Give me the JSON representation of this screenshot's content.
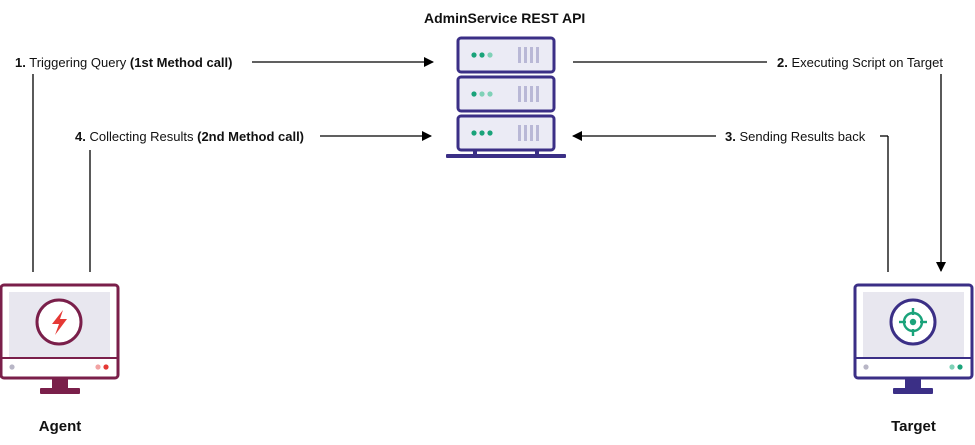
{
  "server": {
    "title": "AdminService REST API",
    "icon": "server-icon",
    "color": "#3b2f86",
    "fill": "#ebebf5"
  },
  "agent": {
    "label": "Agent",
    "icon": "lightning-bolt-icon",
    "color": "#7a1f4a",
    "accent": "#e53935"
  },
  "target": {
    "label": "Target",
    "icon": "crosshair-target-icon",
    "color": "#3b2f86",
    "accent": "#1aa37a"
  },
  "steps": [
    {
      "num": "1.",
      "text": "Triggering Query ",
      "bold": "(1st Method call)"
    },
    {
      "num": "2.",
      "text": "Executing Script on Target",
      "bold": ""
    },
    {
      "num": "3.",
      "text": "Sending Results back",
      "bold": ""
    },
    {
      "num": "4.",
      "text": "Collecting Results ",
      "bold": "(2nd Method call)"
    }
  ]
}
